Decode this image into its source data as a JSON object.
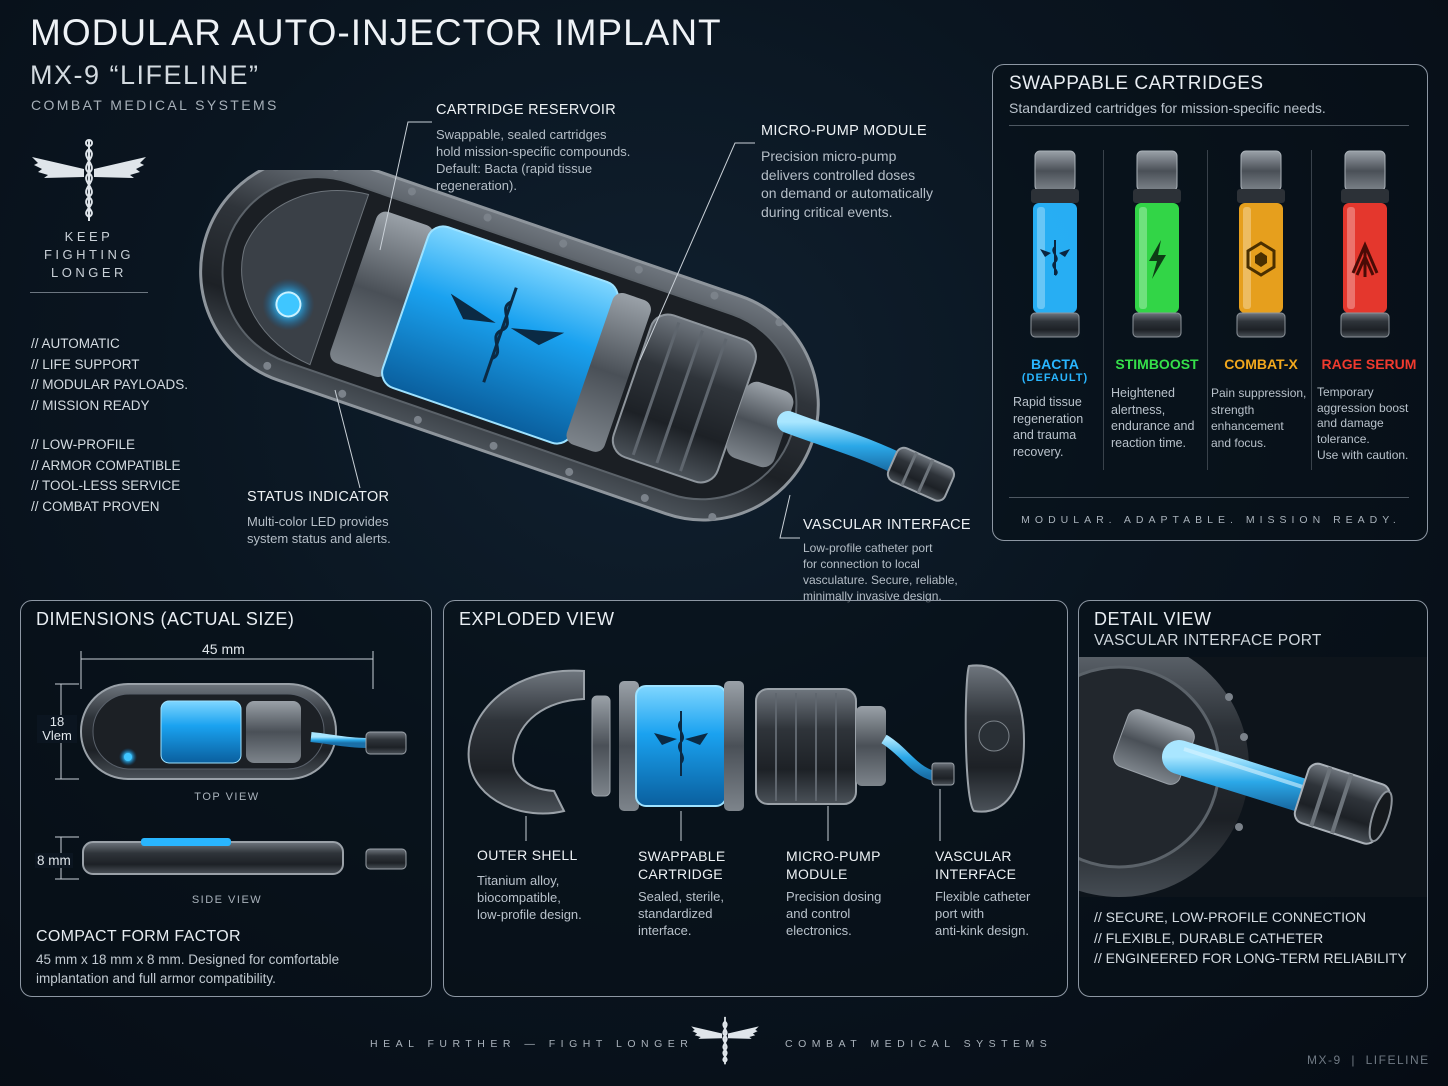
{
  "header": {
    "title": "MODULAR AUTO-INJECTOR IMPLANT",
    "model": "MX-9 “LIFELINE”",
    "division": "COMBAT MEDICAL SYSTEMS"
  },
  "emblem": {
    "icon": "caduceus-wings-icon",
    "motto": [
      "KEEP",
      "FIGHTING",
      "LONGER"
    ]
  },
  "features": {
    "group1": [
      "// AUTOMATIC",
      "// LIFE SUPPORT",
      "// MODULAR PAYLOADS.",
      "// MISSION READY"
    ],
    "group2": [
      "// LOW-PROFILE",
      "// ARMOR COMPATIBLE",
      "// TOOL-LESS SERVICE",
      "// COMBAT PROVEN"
    ]
  },
  "callouts": {
    "reservoir": {
      "title": "CARTRIDGE RESERVOIR",
      "text": [
        "Swappable, sealed cartridges",
        "hold mission-specific compounds.",
        "Default: Bacta (rapid tissue",
        "regeneration)."
      ]
    },
    "pump": {
      "title": "MICRO-PUMP MODULE",
      "text": [
        "Precision micro-pump",
        "delivers controlled doses",
        "on demand or automatically",
        "during critical events."
      ]
    },
    "status": {
      "title": "STATUS INDICATOR",
      "text": [
        "Multi-color LED provides",
        "system status and alerts."
      ]
    },
    "vascular": {
      "title": "VASCULAR INTERFACE",
      "text": [
        "Low-profile catheter port",
        "for connection to local",
        "vasculature. Secure, reliable,",
        "minimally invasive design."
      ]
    }
  },
  "cartridges": {
    "title": "SWAPPABLE CARTRIDGES",
    "subtitle": "Standardized cartridges for mission-specific needs.",
    "items": [
      {
        "name": "BACTA",
        "sub": "(DEFAULT)",
        "color": "#29b6ff",
        "icon": "caduceus-icon",
        "desc": [
          "Rapid tissue",
          "regeneration",
          "and trauma",
          "recovery."
        ]
      },
      {
        "name": "STIMBOOST",
        "sub": "",
        "color": "#35e04a",
        "icon": "lightning-icon",
        "desc": [
          "Heightened",
          "alertness,",
          "endurance and",
          "reaction time."
        ]
      },
      {
        "name": "COMBAT-X",
        "sub": "",
        "color": "#f2a81d",
        "icon": "hexagon-shield-icon",
        "desc": [
          "Pain suppression,",
          "strength",
          "enhancement",
          "and focus."
        ]
      },
      {
        "name": "RAGE SERUM",
        "sub": "",
        "color": "#f03a2e",
        "icon": "chevron-up-icon",
        "desc": [
          "Temporary",
          "aggression boost",
          "and damage",
          "tolerance.",
          "Use with caution."
        ]
      }
    ],
    "footer": "MODULAR. ADAPTABLE. MISSION READY."
  },
  "dimensions": {
    "title": "DIMENSIONS (ACTUAL SIZE)",
    "width_label": "45 mm",
    "height_label": [
      "18",
      "Vlem"
    ],
    "depth_label": "8 mm",
    "top_view": "TOP VIEW",
    "side_view": "SIDE VIEW",
    "form_title": "COMPACT FORM FACTOR",
    "form_text": [
      "45 mm x 18 mm x 8 mm. Designed for comfortable",
      "implantation and full armor compatibility."
    ]
  },
  "exploded": {
    "title": "EXPLODED VIEW",
    "parts": [
      {
        "title": [
          "OUTER SHELL"
        ],
        "text": [
          "Titanium alloy,",
          "biocompatible,",
          "low-profile design."
        ]
      },
      {
        "title": [
          "SWAPPABLE",
          "CARTRIDGE"
        ],
        "text": [
          "Sealed, sterile,",
          "standardized",
          "interface."
        ]
      },
      {
        "title": [
          "MICRO-PUMP",
          "MODULE"
        ],
        "text": [
          "Precision dosing",
          "and control",
          "electronics."
        ]
      },
      {
        "title": [
          "VASCULAR",
          "INTERFACE"
        ],
        "text": [
          "Flexible catheter",
          "port with",
          "anti-kink design."
        ]
      }
    ]
  },
  "detail": {
    "title": "DETAIL VIEW",
    "subtitle": "VASCULAR INTERFACE PORT",
    "features": [
      "// SECURE, LOW-PROFILE CONNECTION",
      "// FLEXIBLE, DURABLE CATHETER",
      "// ENGINEERED FOR LONG-TERM RELIABILITY"
    ]
  },
  "footer": {
    "left": "HEAL FURTHER — FIGHT LONGER",
    "right": "COMBAT MEDICAL SYSTEMS",
    "corner": "MX-9  |  LIFELINE"
  },
  "colors": {
    "bacta_blue": "#29b6ff",
    "stim_green": "#35e04a",
    "combat_orange": "#f2a81d",
    "rage_red": "#f03a2e",
    "panel_border": "#8d97a3"
  }
}
